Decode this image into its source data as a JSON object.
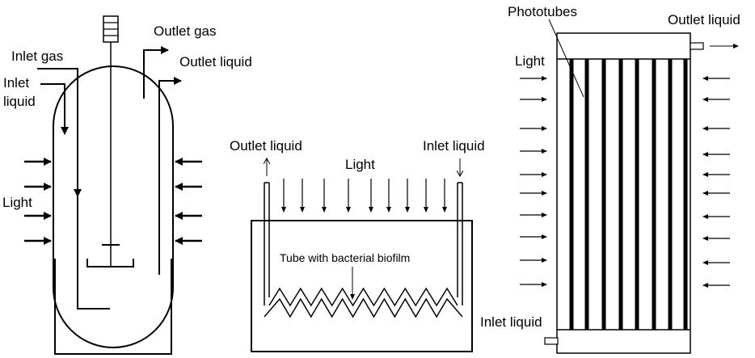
{
  "reactor1": {
    "inlet_gas": "Inlet gas",
    "inlet_liquid_1": "Inlet",
    "inlet_liquid_2": "liquid",
    "outlet_gas": "Outlet gas",
    "outlet_liquid": "Outlet liquid",
    "light": "Light"
  },
  "reactor2": {
    "outlet_liquid": "Outlet liquid",
    "inlet_liquid": "Inlet liquid",
    "light": "Light",
    "tube_label": "Tube with bacterial biofilm"
  },
  "reactor3": {
    "phototubes": "Phototubes",
    "outlet_liquid": "Outlet liquid",
    "light": "Light",
    "inlet_liquid": "Inlet liquid"
  }
}
